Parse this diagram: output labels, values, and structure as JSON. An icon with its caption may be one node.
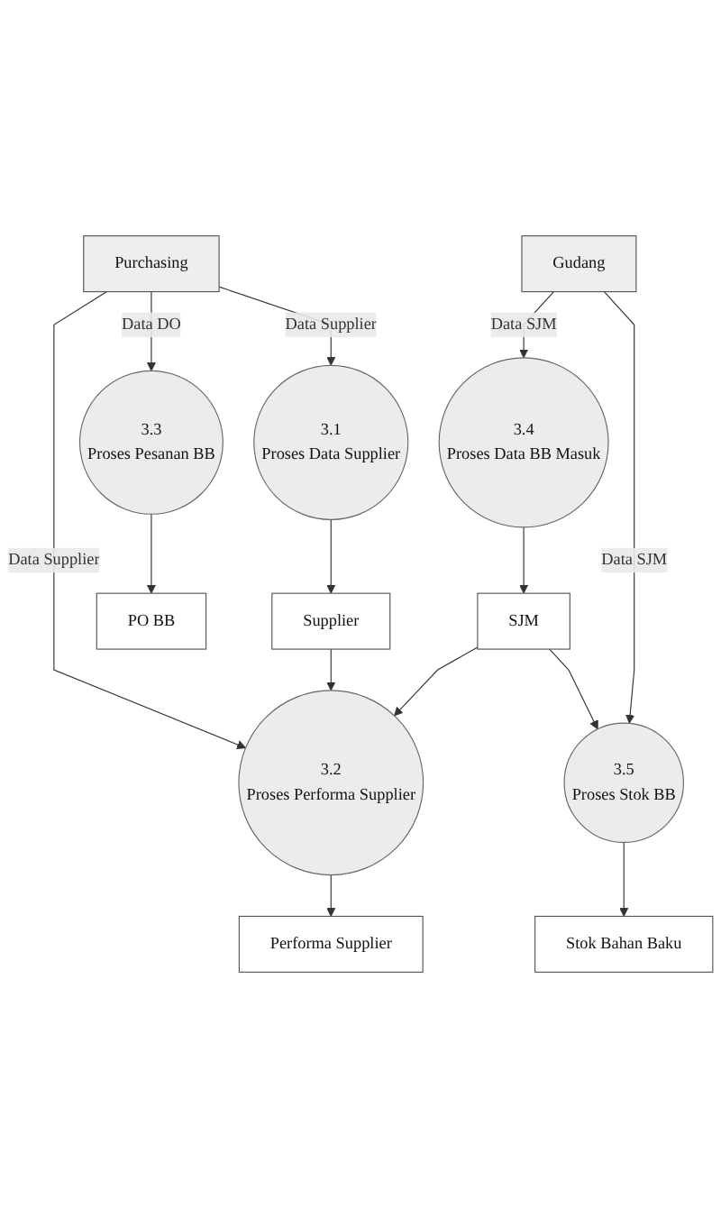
{
  "diagram": {
    "nodes": [
      {
        "text": [
          "Purchasing"
        ]
      },
      {
        "text": [
          "3.1",
          "Proses Data Supplier"
        ]
      },
      {
        "text": [
          "3.2",
          "Proses Performa Supplier"
        ]
      },
      {
        "text": [
          "3.3",
          "Proses Pesanan BB"
        ]
      },
      {
        "text": [
          "Supplier"
        ]
      },
      {
        "text": [
          "Performa Supplier"
        ]
      },
      {
        "text": [
          "PO BB"
        ]
      },
      {
        "text": [
          "SJM"
        ]
      },
      {
        "text": [
          "Stok Bahan Baku"
        ]
      },
      {
        "text": [
          "3.4",
          "Proses Data BB Masuk"
        ]
      },
      {
        "text": [
          "3.5",
          "Proses Stok BB"
        ]
      },
      {
        "text": [
          "Gudang"
        ]
      }
    ],
    "edges": [
      {
        "from": 0,
        "to": 1,
        "arrow": "to",
        "label": "Data Supplier"
      },
      {
        "from": 0,
        "to": 2,
        "arrow": "to",
        "label": "Data Supplier"
      },
      {
        "from": 0,
        "to": 3,
        "arrow": "to",
        "label": "Data DO"
      },
      {
        "from": 1,
        "to": 4,
        "arrow": "to"
      },
      {
        "from": 4,
        "to": 2,
        "arrow": "to"
      },
      {
        "from": 2,
        "to": 5,
        "arrow": "to"
      },
      {
        "from": 3,
        "to": 6,
        "arrow": "to"
      },
      {
        "from": 7,
        "to": 2,
        "arrow": "to"
      },
      {
        "from": 9,
        "to": 7,
        "arrow": "to"
      },
      {
        "from": 7,
        "to": 10,
        "arrow": "to"
      },
      {
        "from": 10,
        "to": 8,
        "arrow": "to"
      },
      {
        "from": 11,
        "to": 9,
        "arrow": "to",
        "label": "Data SJM"
      },
      {
        "from": 11,
        "to": 10,
        "arrow": "to",
        "label": "Data SJM"
      }
    ]
  }
}
